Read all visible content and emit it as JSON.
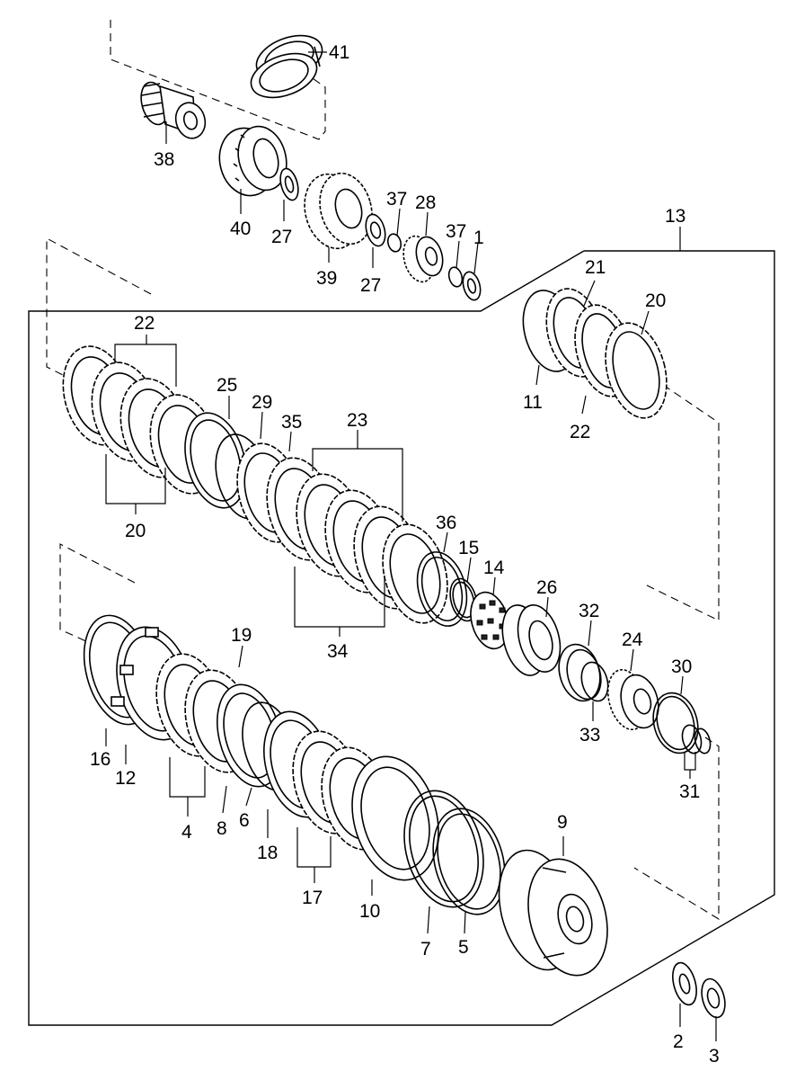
{
  "diagram": {
    "type": "exploded-parts-view",
    "labels": {
      "n1": "1",
      "n2": "2",
      "n3": "3",
      "n4": "4",
      "n5": "5",
      "n6": "6",
      "n7": "7",
      "n8": "8",
      "n9": "9",
      "n10": "10",
      "n11": "11",
      "n12": "12",
      "n13": "13",
      "n14": "14",
      "n15": "15",
      "n16": "16",
      "n17": "17",
      "n18": "18",
      "n19": "19",
      "n20": "20",
      "n21": "21",
      "n22": "22",
      "n23": "23",
      "n24": "24",
      "n25": "25",
      "n26": "26",
      "n27": "27",
      "n28": "28",
      "n29": "29",
      "n30": "30",
      "n31": "31",
      "n32": "32",
      "n33": "33",
      "n34": "34",
      "n35": "35",
      "n36": "36",
      "n37": "37",
      "n38": "38",
      "n39": "39",
      "n40": "40",
      "n41": "41"
    }
  }
}
